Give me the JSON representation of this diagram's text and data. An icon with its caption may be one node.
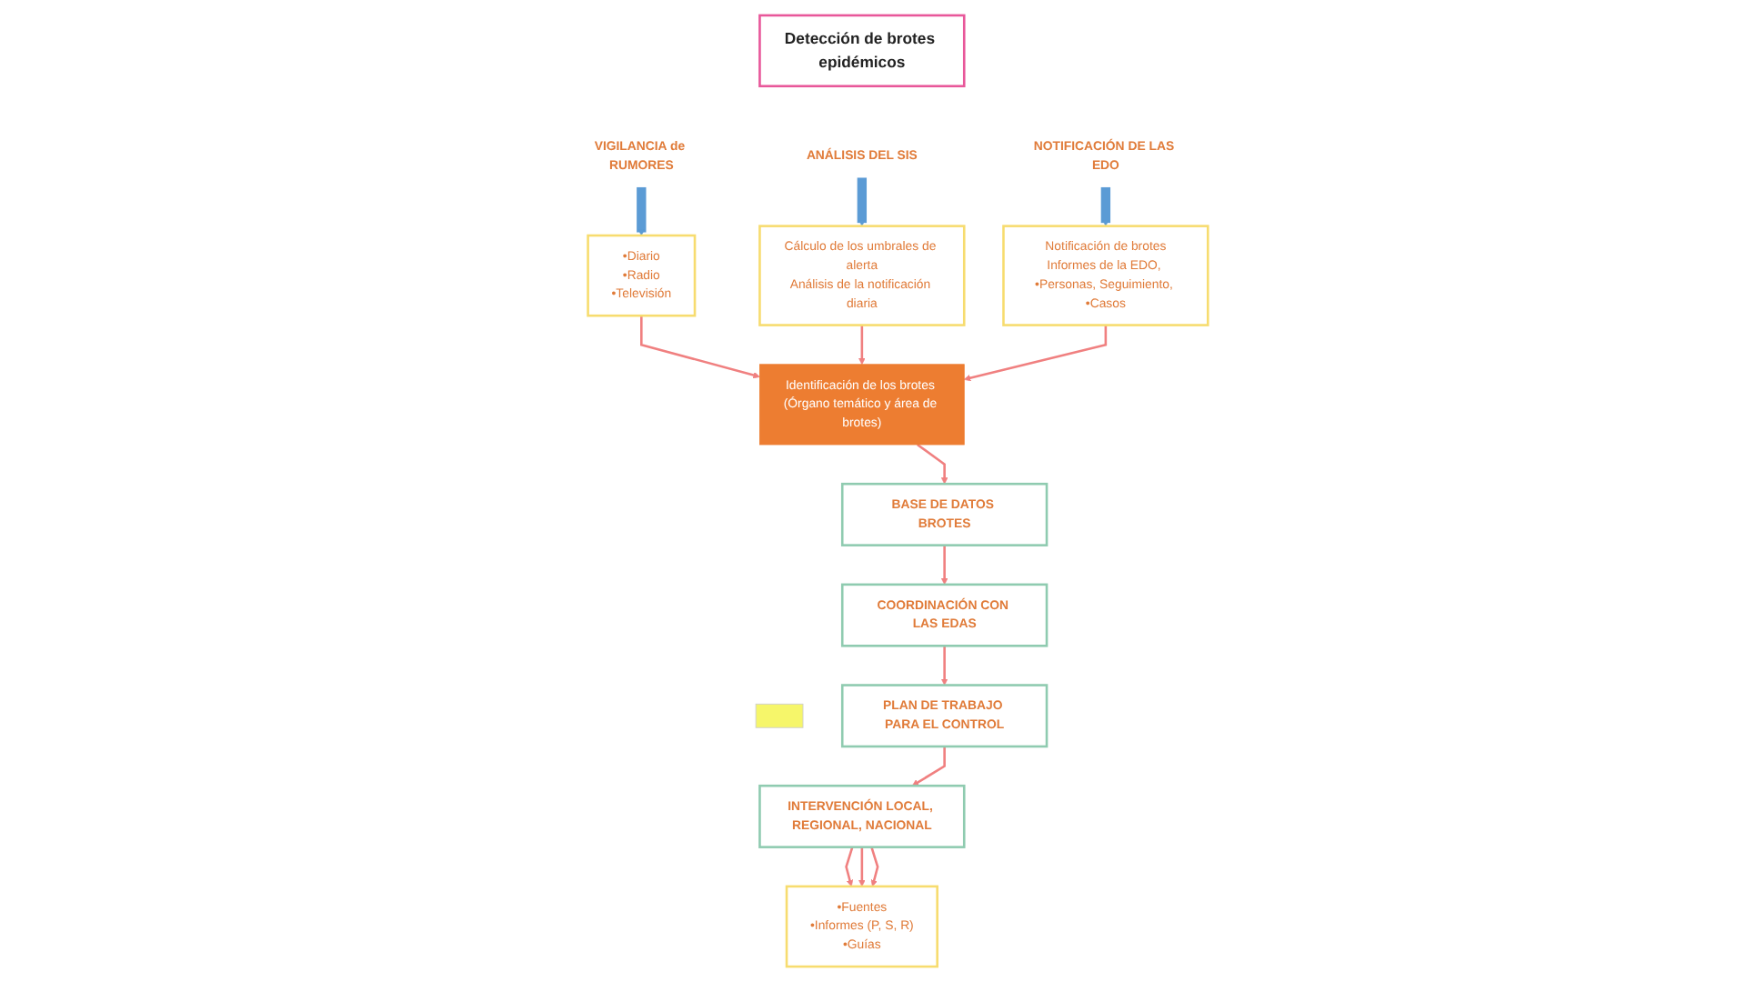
{
  "diagram": {
    "nodes": [
      {
        "text": [
          "Detección de brotes epidémicos"
        ]
      },
      {
        "text": [
          "VIGILANCIA de RUMORES"
        ]
      },
      {
        "text": [
          "ANÁLISIS DEL SIS"
        ]
      },
      {
        "text": [
          "NOTIFICACIÓN DE LAS EDO"
        ]
      },
      {
        "text": [
          "•Diario",
          "•Radio",
          "•Televisión"
        ]
      },
      {
        "text": [
          "Cálculo de los umbrales de alerta",
          "Análisis de la notificación diaria"
        ]
      },
      {
        "text": [
          "Notificación de brotes",
          "Informes de la EDO, •Personas, Seguimiento, •Casos"
        ]
      },
      {
        "text": [
          "Identificación de los brotes (Órgano temático y área de brotes)"
        ]
      },
      {
        "text": [
          "BASE DE DATOS BROTES"
        ]
      },
      {
        "text": [
          "COORDINACIÓN CON LAS EDAS"
        ]
      },
      {
        "text": [
          "PLAN DE TRABAJO PARA EL CONTROL"
        ]
      },
      {
        "text": [],
        "shape": "box"
      },
      {
        "text": [
          "INTERVENCIÓN LOCAL, REGIONAL, NACIONAL"
        ]
      },
      {
        "text": [
          "•Fuentes",
          "•Informes (P, S, R)",
          "•Guías"
        ]
      }
    ],
    "edges": [
      {
        "from": 1,
        "to": 4,
        "arrow": "to",
        "style": "thick",
        "color": "#5b9bd5"
      },
      {
        "from": 2,
        "to": 5,
        "arrow": "to",
        "style": "thick",
        "color": "#5b9bd5"
      },
      {
        "from": 3,
        "to": 6,
        "arrow": "to",
        "style": "thick",
        "color": "#5b9bd5"
      },
      {
        "from": 4,
        "to": 7,
        "arrow": "to"
      },
      {
        "from": 5,
        "to": 7,
        "arrow": "to"
      },
      {
        "from": 6,
        "to": 7,
        "arrow": "to"
      },
      {
        "from": 7,
        "to": 8,
        "arrow": "to"
      },
      {
        "from": 8,
        "to": 9,
        "arrow": "to"
      },
      {
        "from": 9,
        "to": 10,
        "arrow": "to"
      },
      {
        "from": 10,
        "to": 12,
        "arrow": "to"
      },
      {
        "from": 12,
        "to": 13,
        "arrow": "to"
      },
      {
        "from": 12,
        "to": 13,
        "arrow": "to"
      },
      {
        "from": 12,
        "to": 13,
        "arrow": "to"
      }
    ]
  }
}
